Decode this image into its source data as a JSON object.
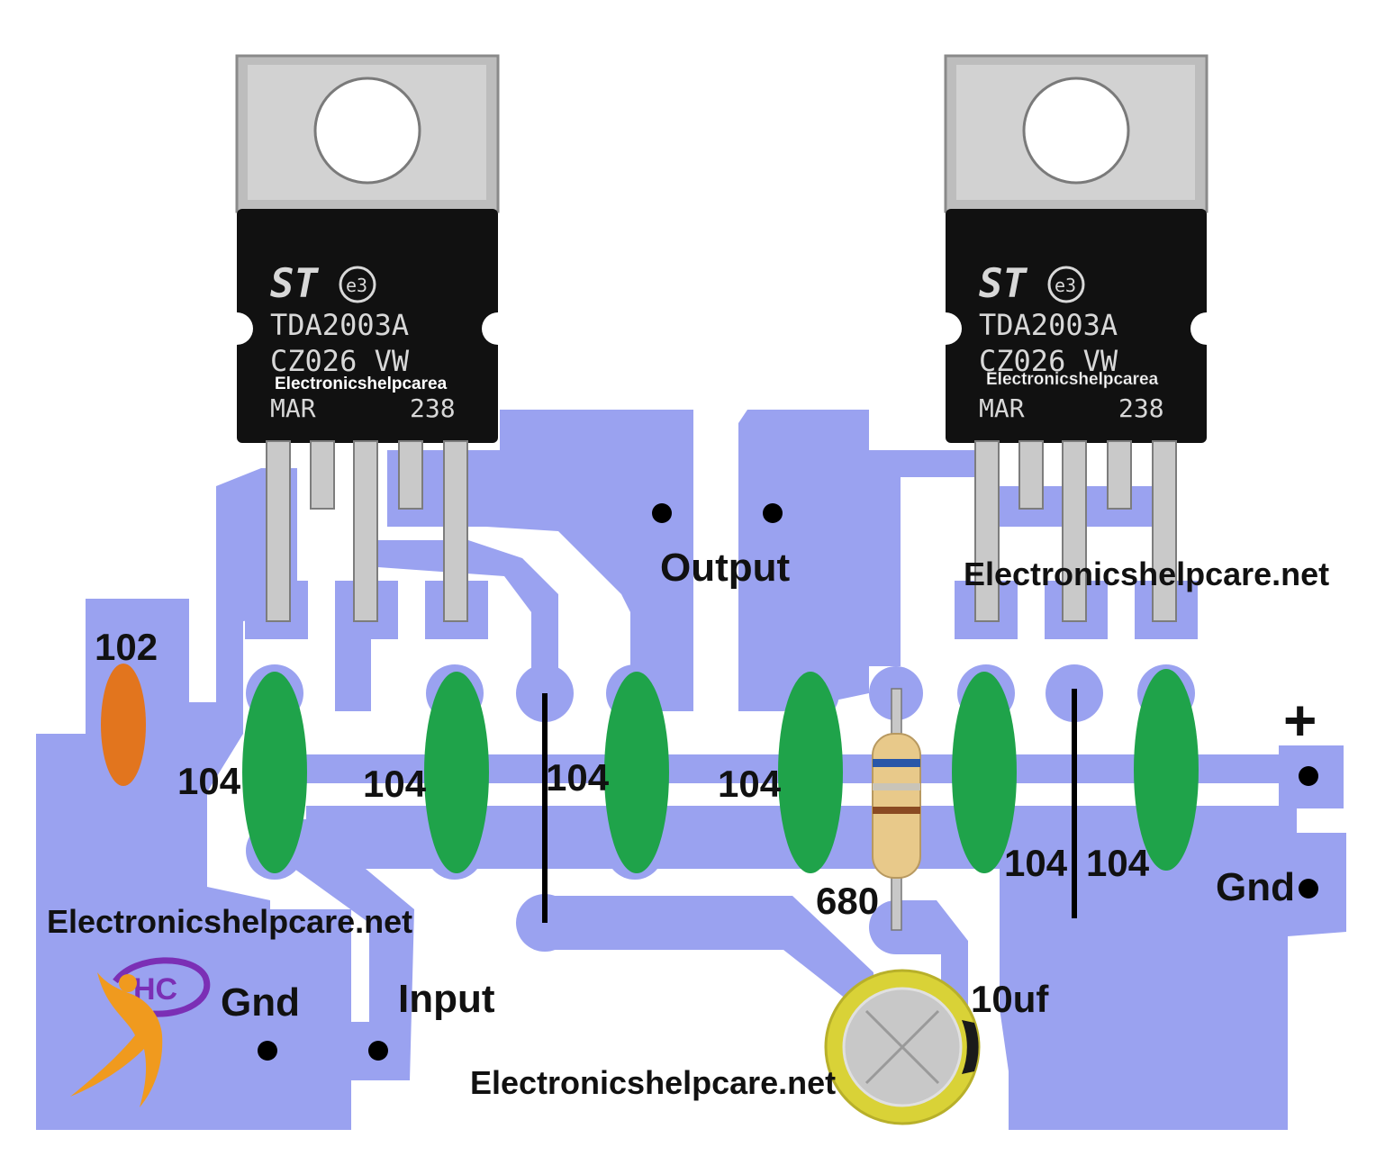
{
  "colors": {
    "copper": "#9aa2f0",
    "capacitor": "#1fa34a",
    "ceramic_small": "#e2751e",
    "pad_dot": "#000000",
    "chip_body": "#111111",
    "heatsink_tab": "#bdbdbd",
    "logo_orange": "#f09a1e",
    "logo_purple": "#7b2fb5"
  },
  "chips": [
    {
      "logo": "ST",
      "rohs": "e3",
      "line1": "TDA2003A",
      "line2": "CZ026 VW",
      "line3_left": "MAR",
      "line3_right": "238",
      "watermark": "Electronicshelpcarea"
    },
    {
      "logo": "ST",
      "rohs": "e3",
      "line1": "TDA2003A",
      "line2": "CZ026 VW",
      "line3_left": "MAR",
      "line3_right": "238",
      "watermark": "Electronicshelpcarea"
    }
  ],
  "labels": {
    "output": "Output",
    "input": "Input",
    "gnd_left": "Gnd",
    "gnd_right": "Gnd",
    "plus": "+",
    "resistor": "680",
    "electrolytic": "10uf",
    "small_cap": "102"
  },
  "cap_labels": [
    "104",
    "104",
    "104",
    "104",
    "104",
    "104"
  ],
  "watermarks": {
    "top_right": "Electronicshelpcare.net",
    "bottom_left": "Electronicshelpcare.net",
    "bottom_center": "Electronicshelpcare.net"
  },
  "logo": {
    "text": "HC"
  }
}
